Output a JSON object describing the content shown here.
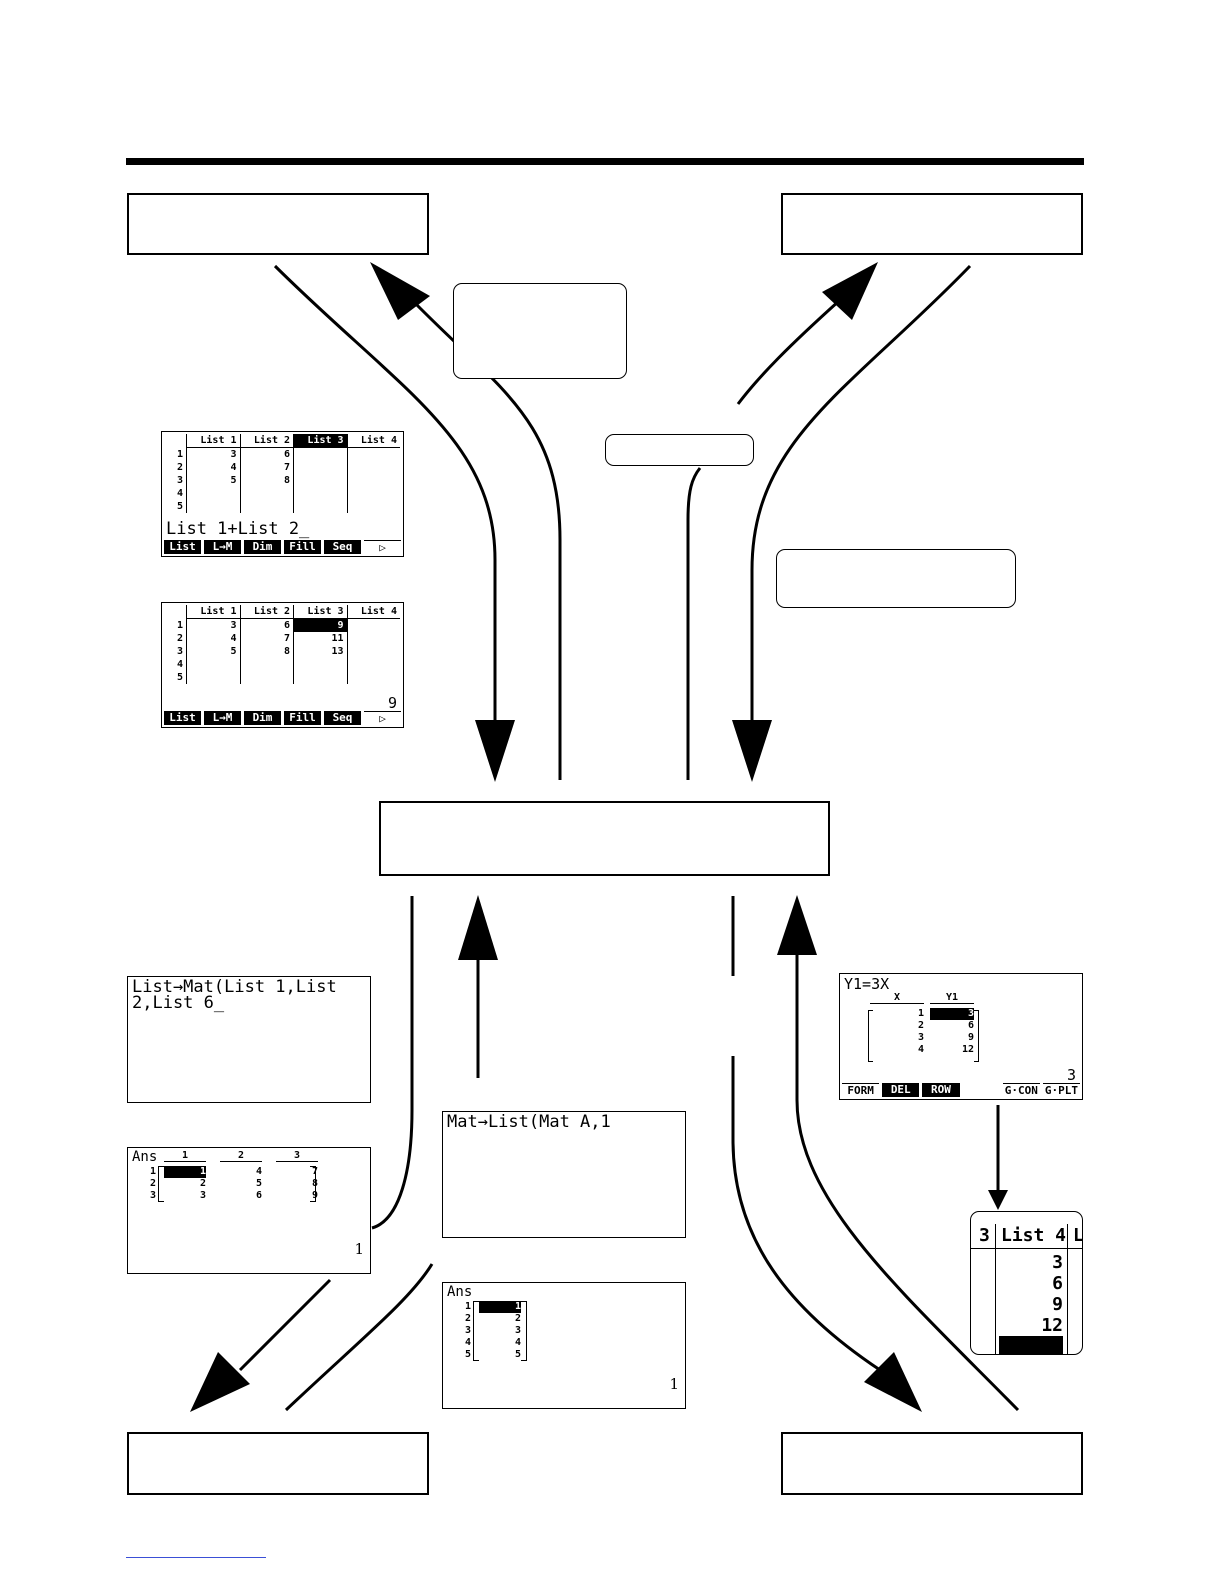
{
  "boxes": {
    "top_left": "",
    "top_right": "",
    "center": "",
    "bottom_left": "",
    "bottom_right": ""
  },
  "callouts": {
    "top_middle": "",
    "middle_small": "",
    "right": ""
  },
  "screen_list_calc_1": {
    "headers": [
      "List 1",
      "List 2",
      "List 3",
      "List 4"
    ],
    "row_numbers": [
      "1",
      "2",
      "3",
      "4",
      "5"
    ],
    "list1": [
      "3",
      "4",
      "5"
    ],
    "list2": [
      "6",
      "7",
      "8"
    ],
    "command": "List 1+List 2_",
    "fkeys": [
      "List",
      "L→M",
      "Dim",
      "Fill",
      "Seq",
      "▷"
    ]
  },
  "screen_list_calc_2": {
    "headers": [
      "List 1",
      "List 2",
      "List 3",
      "List 4"
    ],
    "row_numbers": [
      "1",
      "2",
      "3",
      "4",
      "5"
    ],
    "list1": [
      "3",
      "4",
      "5"
    ],
    "list2": [
      "6",
      "7",
      "8"
    ],
    "list3": [
      "9",
      "11",
      "13"
    ],
    "value": "9",
    "fkeys": [
      "List",
      "L→M",
      "Dim",
      "Fill",
      "Seq",
      "▷"
    ]
  },
  "screen_list_to_mat_cmd": {
    "line1": "List→Mat(List 1,List",
    "line2": "2,List 6_"
  },
  "screen_list_to_mat_ans": {
    "label": "Ans",
    "col_headers": [
      "1",
      "2",
      "3"
    ],
    "row_numbers": [
      "1",
      "2",
      "3"
    ],
    "rows": [
      [
        "1",
        "4",
        "7"
      ],
      [
        "2",
        "5",
        "8"
      ],
      [
        "3",
        "6",
        "9"
      ]
    ],
    "value": "1"
  },
  "screen_mat_to_list_cmd": {
    "line1": "Mat→List(Mat A,1"
  },
  "screen_mat_to_list_ans": {
    "label": "Ans",
    "row_numbers": [
      "1",
      "2",
      "3",
      "4",
      "5"
    ],
    "rows": [
      [
        "1"
      ],
      [
        "2"
      ],
      [
        "3"
      ],
      [
        "4"
      ],
      [
        "5"
      ]
    ],
    "value": "1"
  },
  "screen_table": {
    "func": "Y1=3X",
    "headers": [
      "X",
      "Y1"
    ],
    "x": [
      "1",
      "2",
      "3",
      "4"
    ],
    "y1": [
      "3",
      "6",
      "9",
      "12"
    ],
    "value": "3",
    "fkeys": [
      "FORM",
      "DEL",
      "ROW",
      "",
      "G·CON",
      "G·PLT"
    ]
  },
  "screen_list4_zoom": {
    "left_header": "3",
    "header": "List 4",
    "right_header": "L",
    "values": [
      "3",
      "6",
      "9",
      "12"
    ]
  }
}
